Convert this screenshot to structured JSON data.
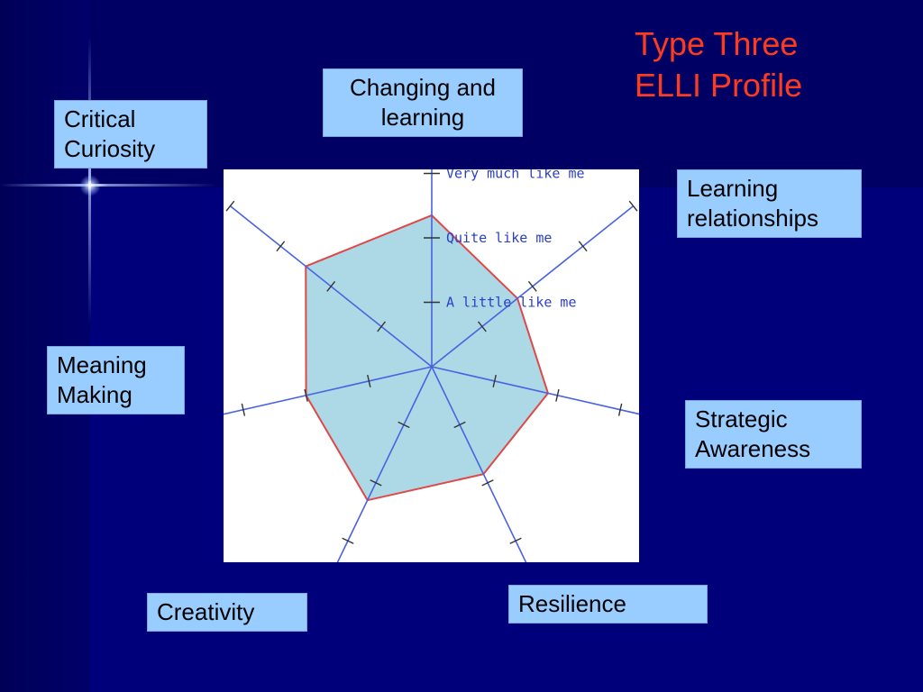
{
  "title": {
    "line1": "Type Three",
    "line2": "ELLI Profile"
  },
  "labels": {
    "changing_learning": {
      "line1": "Changing and",
      "line2": "learning"
    },
    "critical_curiosity": {
      "line1": "Critical",
      "line2": "Curiosity"
    },
    "learning_relationships": {
      "line1": "Learning",
      "line2": "relationships"
    },
    "meaning_making": {
      "line1": "Meaning",
      "line2": "Making"
    },
    "strategic_awareness": {
      "line1": "Strategic",
      "line2": "Awareness"
    },
    "creativity": {
      "line1": "Creativity"
    },
    "resilience": {
      "line1": "Resilience"
    }
  },
  "colors": {
    "background": "#00007a",
    "title": "#ff3b1f",
    "label_fill": "#99ccff",
    "axis": "#4a63e0",
    "polygon_fill": "#add8e6",
    "polygon_stroke": "#e04848",
    "scale_text": "#2a3ec8"
  },
  "chart_data": {
    "type": "radar",
    "scale": {
      "max": 4,
      "tick_labels": [
        "A little like me",
        "Quite like me",
        "Very much like me"
      ],
      "tick_values": [
        1,
        2,
        3
      ]
    },
    "axes": [
      "Changing and learning",
      "Learning relationships",
      "Strategic Awareness",
      "Resilience",
      "Creativity",
      "Meaning Making",
      "Critical Curiosity"
    ],
    "values": [
      2.35,
      1.7,
      1.85,
      1.85,
      2.3,
      2.0,
      2.5
    ]
  }
}
